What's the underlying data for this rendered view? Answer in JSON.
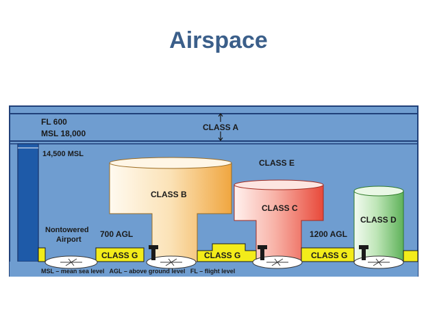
{
  "title": "Airspace",
  "labels": {
    "fl600": "FL 600",
    "msl18000": "MSL 18,000",
    "class_a": "CLASS A",
    "msl14500": "14,500 MSL",
    "class_e": "CLASS E",
    "class_b": "CLASS B",
    "class_c": "CLASS C",
    "class_d": "CLASS D",
    "nontowered_1": "Nontowered",
    "nontowered_2": "Airport",
    "agl700": "700 AGL",
    "agl1200": "1200 AGL",
    "class_g_1": "CLASS G",
    "class_g_2": "CLASS G",
    "class_g_3": "CLASS G",
    "legend": "MSL – mean sea level   AGL – above ground level   FL – flight level"
  },
  "colors": {
    "title": "#3b5f8a",
    "class_e_fill": "#6f9dd0",
    "class_a_fill": "#6f9dd0",
    "class_b_fill": "#f5c27a",
    "class_c_fill": "#f07a6a",
    "class_d_fill": "#8ccf86",
    "class_g_fill": "#f3ec1a",
    "border": "#1f3f78",
    "left_bar": "#1e5aa8"
  }
}
